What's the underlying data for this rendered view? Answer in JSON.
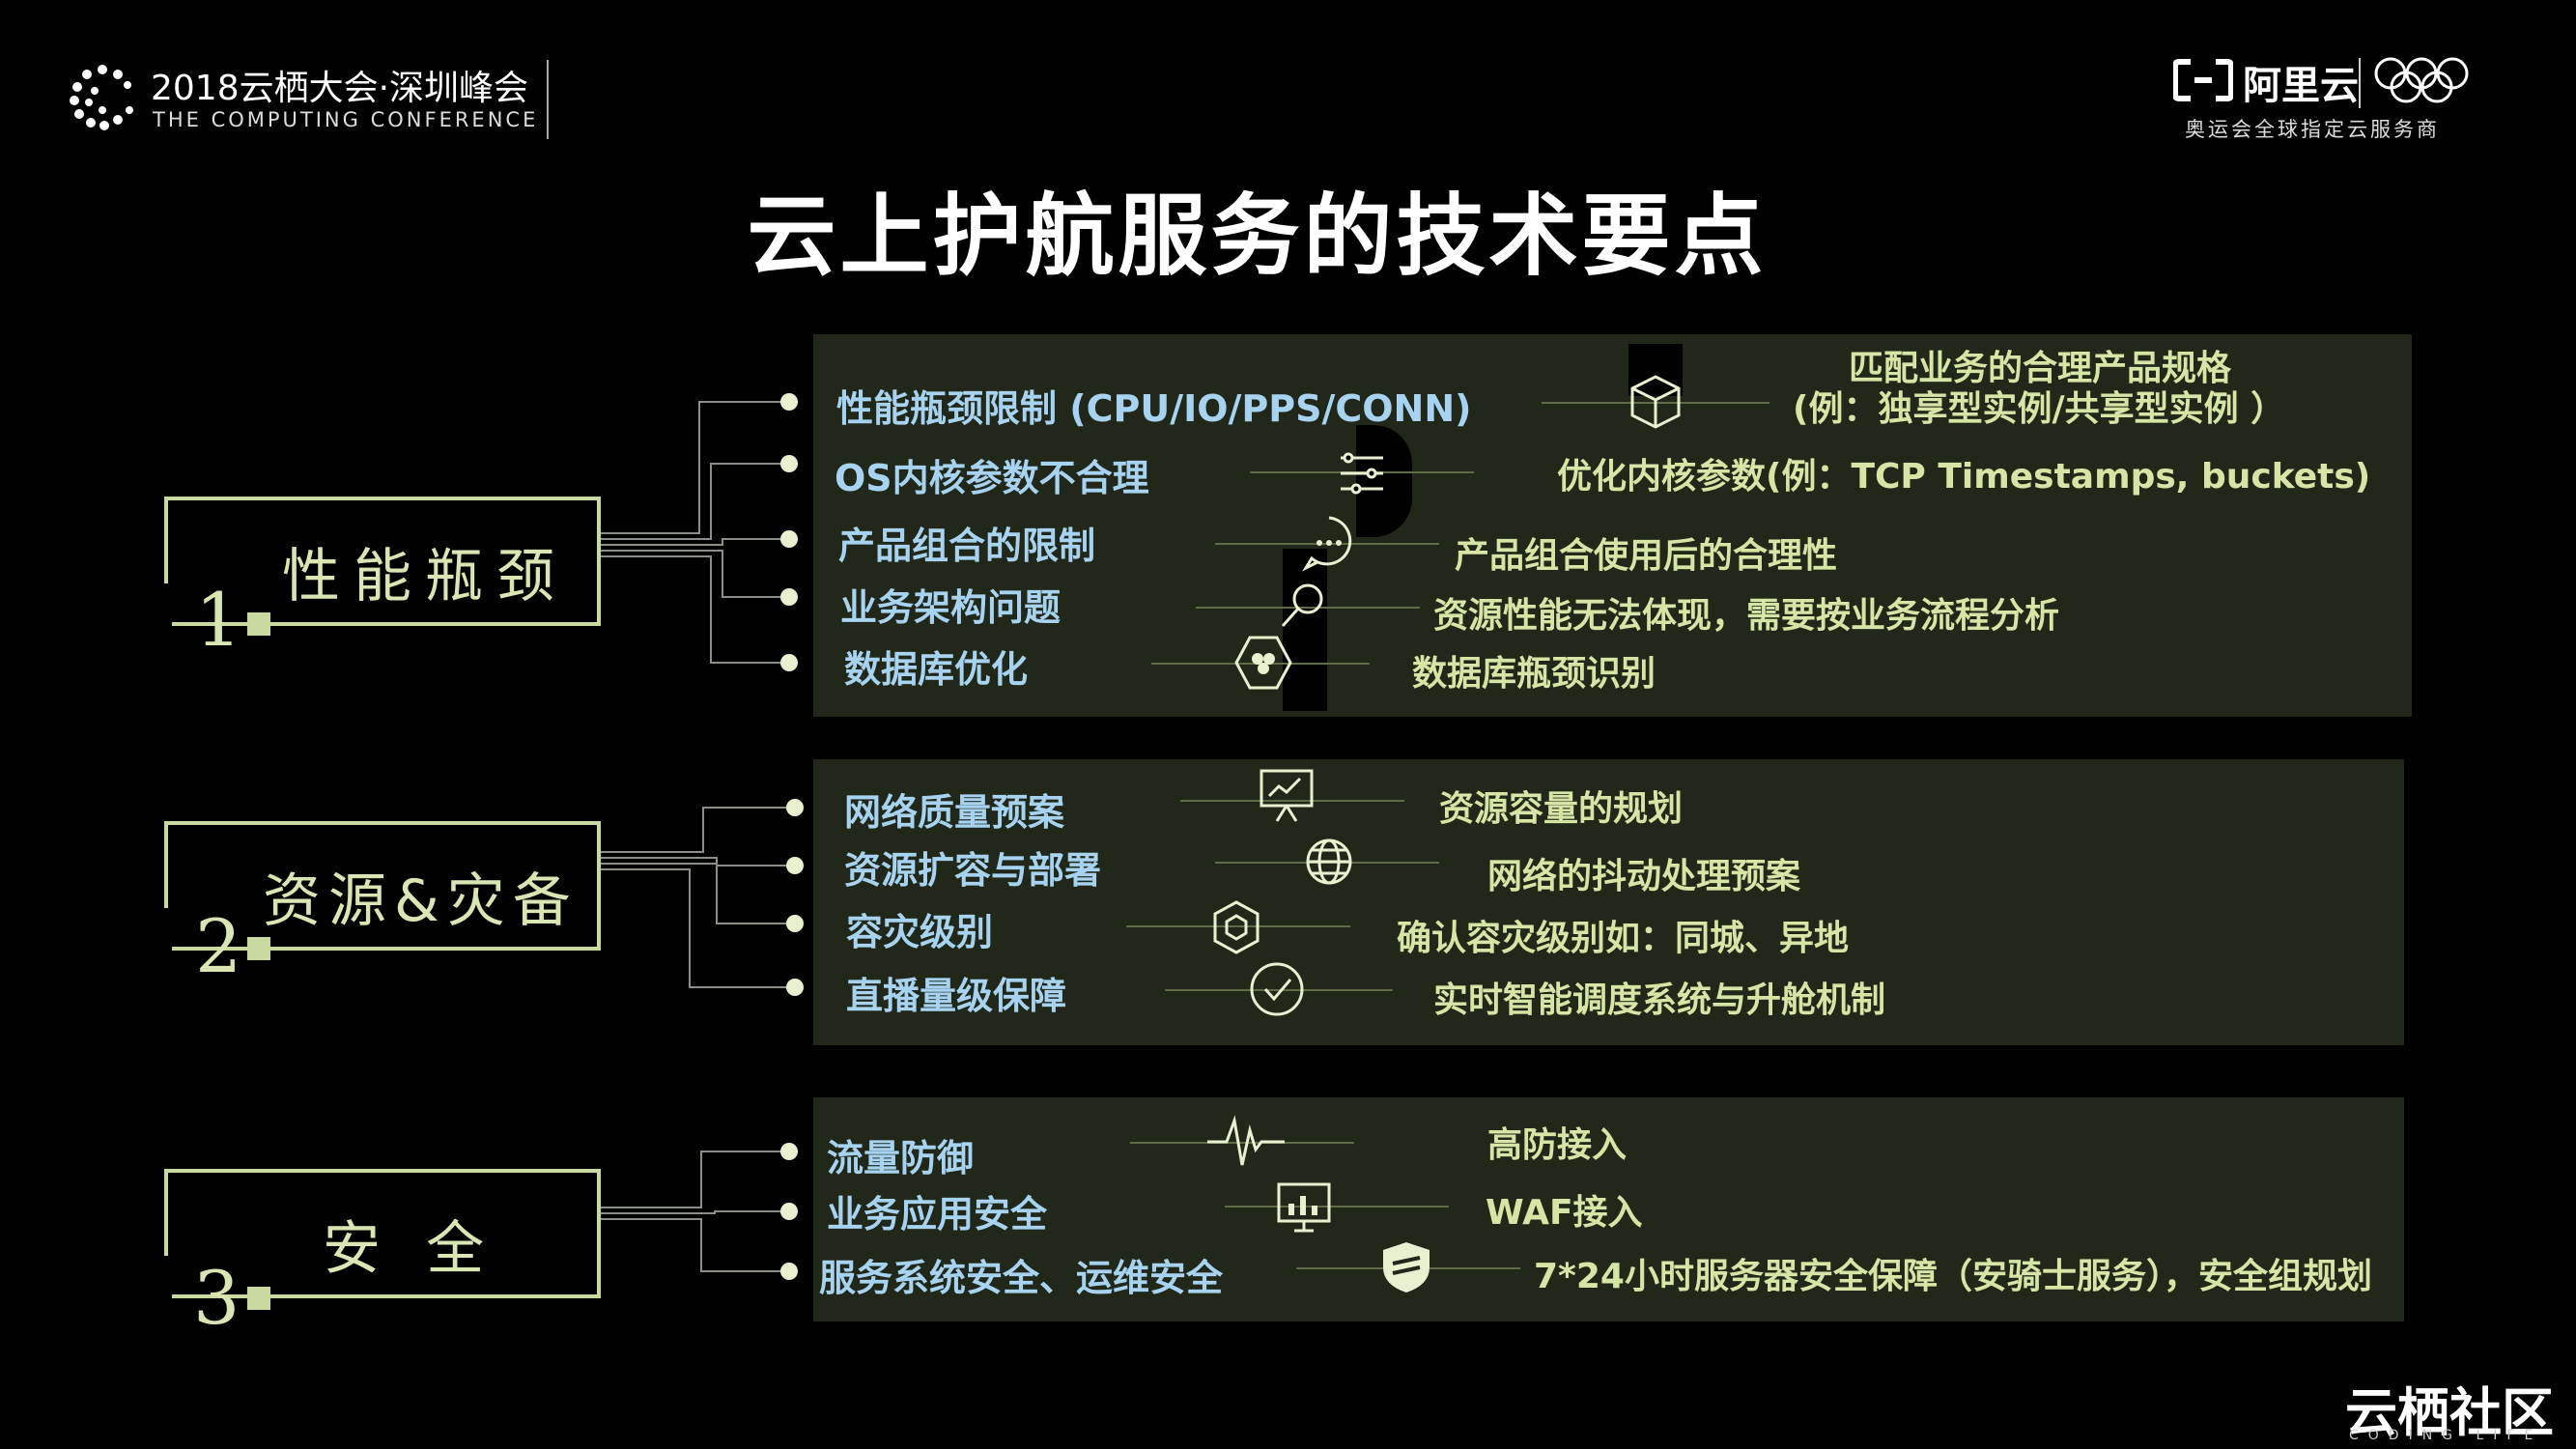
{
  "header": {
    "brand_title": "2018云栖大会·深圳峰会",
    "brand_subtitle": "THE COMPUTING CONFERENCE",
    "sponsor_name": "阿里云",
    "sponsor_tagline": "奥运会全球指定云服务商",
    "main_title": "云上护航服务的技术要点"
  },
  "colors": {
    "background": "#000000",
    "panel": "#212819",
    "accent_green": "#c9d9a0",
    "item_blue": "#a7d3f1",
    "desc_green": "#d6e4a6"
  },
  "categories": [
    {
      "num": "1",
      "label": "性能瓶颈",
      "rows": [
        {
          "item": "性能瓶颈限制 (CPU/IO/PPS/CONN)",
          "icon": "cube-icon",
          "desc": "匹配业务的合理产品规格",
          "desc2": "(例：独享型实例/共享型实例 ）"
        },
        {
          "item": "OS内核参数不合理",
          "icon": "list-settings-icon",
          "desc": "优化内核参数(例：TCP Timestamps, buckets)"
        },
        {
          "item": "产品组合的限制",
          "icon": "chat-bubble-icon",
          "desc": "产品组合使用后的合理性"
        },
        {
          "item": "业务架构问题",
          "icon": "search-icon",
          "desc": "资源性能无法体现，需要按业务流程分析"
        },
        {
          "item": "数据库优化",
          "icon": "database-hex-icon",
          "desc": "数据库瓶颈识别"
        }
      ]
    },
    {
      "num": "2",
      "label": "资源&灾备",
      "rows": [
        {
          "item": "网络质量预案",
          "icon": "presentation-chart-icon",
          "desc": "资源容量的规划"
        },
        {
          "item": "资源扩容与部署",
          "icon": "globe-icon",
          "desc": "网络的抖动处理预案"
        },
        {
          "item": "容灾级别",
          "icon": "hex-box-icon",
          "desc": "确认容灾级别如：同城、异地"
        },
        {
          "item": "直播量级保障",
          "icon": "check-circle-icon",
          "desc": "实时智能调度系统与升舱机制"
        }
      ]
    },
    {
      "num": "3",
      "label": "安 全",
      "rows": [
        {
          "item": "流量防御",
          "icon": "pulse-icon",
          "desc": "高防接入"
        },
        {
          "item": "业务应用安全",
          "icon": "monitor-chart-icon",
          "desc": "WAF接入"
        },
        {
          "item": "服务系统安全、运维安全",
          "icon": "shield-icon",
          "desc": "7*24小时服务器安全保障（安骑士服务），安全组规划"
        }
      ]
    }
  ],
  "footer": {
    "logo": "云栖社区",
    "sub": "CODING LIFE"
  }
}
